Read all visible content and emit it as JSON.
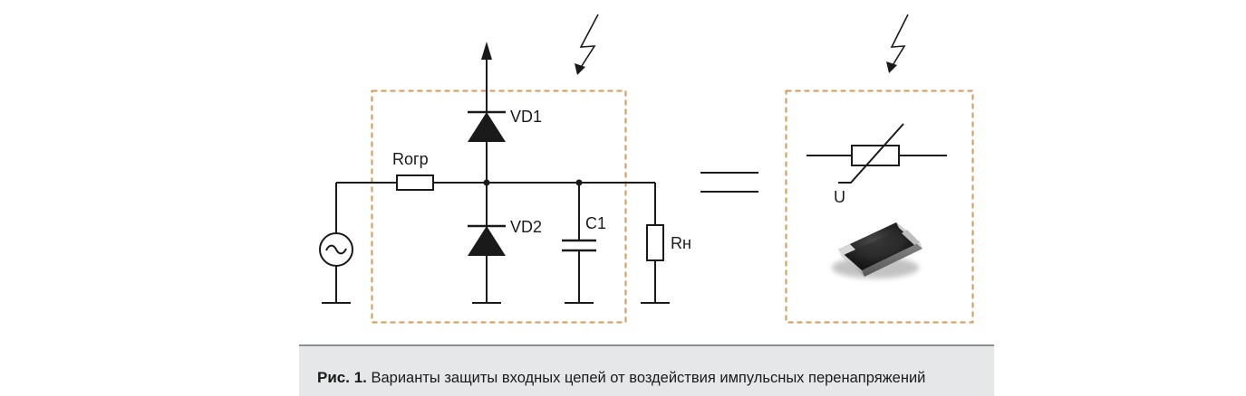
{
  "labels": {
    "resistor_limit": "Rогр",
    "diode_top": "VD1",
    "diode_bottom": "VD2",
    "capacitor": "C1",
    "resistor_load": "Rн",
    "varistor_voltage": "U"
  },
  "caption": {
    "lead": "Рис. 1.",
    "text": "Варианты защиты входных цепей от воздействия импульсных перенапряжений"
  },
  "colors": {
    "frame": "#d69a55",
    "wire": "#1a1a1a",
    "caption_background": "#e6e7e9",
    "caption_rule": "#8c8e91"
  }
}
